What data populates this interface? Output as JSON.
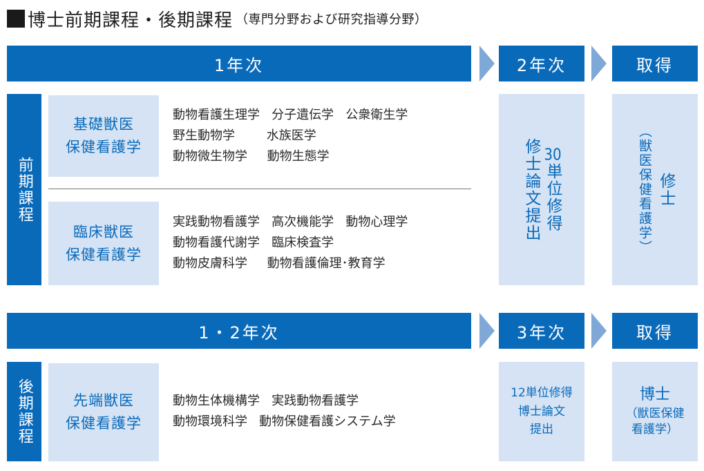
{
  "title": {
    "main": "博士前期課程・後期課程",
    "sub": "（専門分野および研究指導分野）"
  },
  "masters": {
    "header_year1": "1年次",
    "header_year2": "2年次",
    "header_obtain": "取得",
    "row_label": "前期課程",
    "fields": [
      {
        "name_line1": "基礎獣医",
        "name_line2": "保健看護学",
        "subjects": [
          "動物看護生理学   分子遺伝学   公衆衛生学",
          "野生動物学        水族医学",
          "動物微生物学     動物生態学"
        ]
      },
      {
        "name_line1": "臨床獣医",
        "name_line2": "保健看護学",
        "subjects": [
          "実践動物看護学   高次機能学   動物心理学",
          "動物看護代謝学   臨床検査学",
          "動物皮膚科学     動物看護倫理･教育学"
        ]
      }
    ],
    "requirement_col1": "修士論文提出",
    "requirement_col2_num": "30",
    "requirement_col2_text": "単位修得",
    "degree_sub": "（獣医保健看護学）",
    "degree_main": "修士"
  },
  "doctoral": {
    "header_year12": "1・2年次",
    "header_year3": "3年次",
    "header_obtain": "取得",
    "row_label": "後期課程",
    "field": {
      "name_line1": "先端獣医",
      "name_line2": "保健看護学",
      "subjects": [
        "動物生体機構学   実践動物看護学",
        "動物環境科学   動物保健看護システム学"
      ]
    },
    "requirement": [
      "12単位修得",
      "博士論文",
      "提出"
    ],
    "degree": [
      "博士",
      "（獣医保健",
      "看護学）"
    ]
  },
  "colors": {
    "primary_blue": "#0a6aba",
    "light_blue": "#d5e3f4",
    "arrow_blue": "#7fa8d6"
  }
}
